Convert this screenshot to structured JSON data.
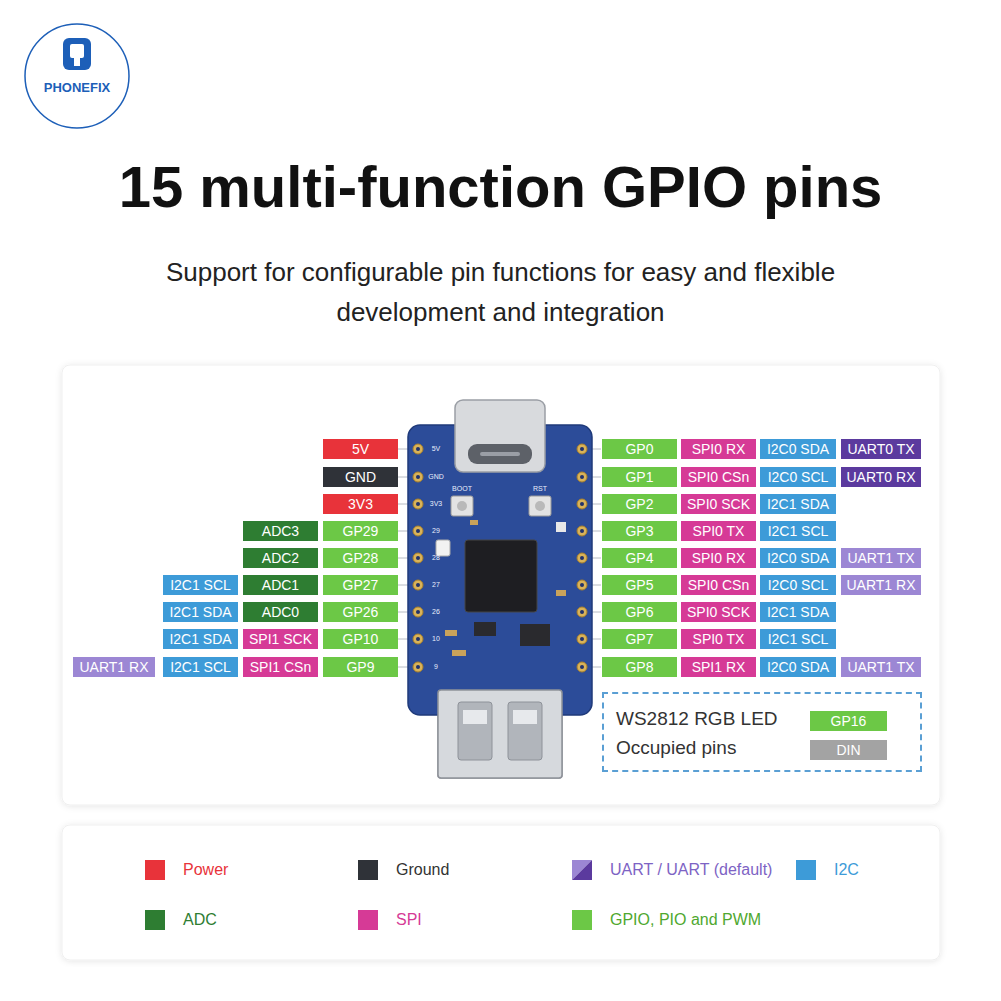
{
  "diagram": {
    "title": "15 multi-function GPIO pins",
    "nodes": [
      {
        "text": [
          "5V"
        ]
      },
      {
        "text": [
          "GP0"
        ]
      },
      {
        "text": [
          "SPI0 RX"
        ]
      },
      {
        "text": [
          "I2C0 SDA"
        ]
      },
      {
        "text": [
          "UART0 TX"
        ]
      },
      {
        "text": [
          "GND"
        ]
      },
      {
        "text": [
          "GP1"
        ]
      },
      {
        "text": [
          "SPI0 CSn"
        ]
      },
      {
        "text": [
          "I2C0 SCL"
        ]
      },
      {
        "text": [
          "UART0 RX"
        ]
      },
      {
        "text": [
          "3V3"
        ]
      },
      {
        "text": [
          "GP2"
        ]
      },
      {
        "text": [
          "SPI0 SCK"
        ]
      },
      {
        "text": [
          "I2C1 SDA"
        ]
      },
      {
        "text": [
          "ADC3"
        ]
      },
      {
        "text": [
          "GP29"
        ]
      },
      {
        "text": [
          "GP3"
        ]
      },
      {
        "text": [
          "SPI0 TX"
        ]
      },
      {
        "text": [
          "I2C1 SCL"
        ]
      },
      {
        "text": [
          "ADC2"
        ]
      },
      {
        "text": [
          "GP28"
        ]
      },
      {
        "text": [
          "GP4"
        ]
      },
      {
        "text": [
          "SPI0 RX"
        ]
      },
      {
        "text": [
          "I2C0 SDA"
        ]
      },
      {
        "text": [
          "UART1 TX"
        ]
      },
      {
        "text": [
          "I2C1 SCL"
        ]
      },
      {
        "text": [
          "ADC1"
        ]
      },
      {
        "text": [
          "GP27"
        ]
      },
      {
        "text": [
          "GP5"
        ]
      },
      {
        "text": [
          "SPI0 CSn"
        ]
      },
      {
        "text": [
          "I2C0 SCL"
        ]
      },
      {
        "text": [
          "UART1 RX"
        ]
      },
      {
        "text": [
          "I2C1 SDA"
        ]
      },
      {
        "text": [
          "ADC0"
        ]
      },
      {
        "text": [
          "GP26"
        ]
      },
      {
        "text": [
          "GP6"
        ]
      },
      {
        "text": [
          "SPI0 SCK"
        ]
      },
      {
        "text": [
          "I2C1 SDA"
        ]
      },
      {
        "text": [
          "I2C1 SDA"
        ]
      },
      {
        "text": [
          "SPI1 SCK"
        ]
      },
      {
        "text": [
          "GP10"
        ]
      },
      {
        "text": [
          "GP7"
        ]
      },
      {
        "text": [
          "SPI0 TX"
        ]
      },
      {
        "text": [
          "I2C1 SCL"
        ]
      },
      {
        "text": [
          "UART1 RX"
        ]
      },
      {
        "text": [
          "I2C1 SCL"
        ]
      },
      {
        "text": [
          "SPI1 CSn"
        ]
      },
      {
        "text": [
          "GP9"
        ]
      },
      {
        "text": [
          "GP8"
        ]
      },
      {
        "text": [
          "SPI1 RX"
        ]
      },
      {
        "text": [
          "I2C0 SDA"
        ]
      },
      {
        "text": [
          "UART1 TX"
        ]
      },
      {
        "text": [
          "WS2812 RGB LED",
          "Occupied pins"
        ]
      },
      {
        "text": [
          "GP16"
        ],
        "in": 52
      },
      {
        "text": [
          "DIN"
        ],
        "in": 52
      }
    ],
    "labels": [
      "PHONEFIX",
      "Support for configurable pin functions for easy and flexible development and integration",
      "5V",
      "GND",
      "3V3",
      "29",
      "28",
      "27",
      "26",
      "10",
      "9",
      "BOOT",
      "RST"
    ],
    "legend": [
      {
        "text": "Power",
        "color": "#e8333a"
      },
      {
        "text": "Ground",
        "color": "#2f3238"
      },
      {
        "text": "UART / UART (default)"
      },
      {
        "text": "I2C",
        "color": "#3d9bd8"
      },
      {
        "text": "ADC",
        "color": "#2e7d32"
      },
      {
        "text": "SPI",
        "color": "#d63a96"
      },
      {
        "text": "GPIO, PIO and PWM",
        "color": "#6cc846"
      }
    ]
  }
}
